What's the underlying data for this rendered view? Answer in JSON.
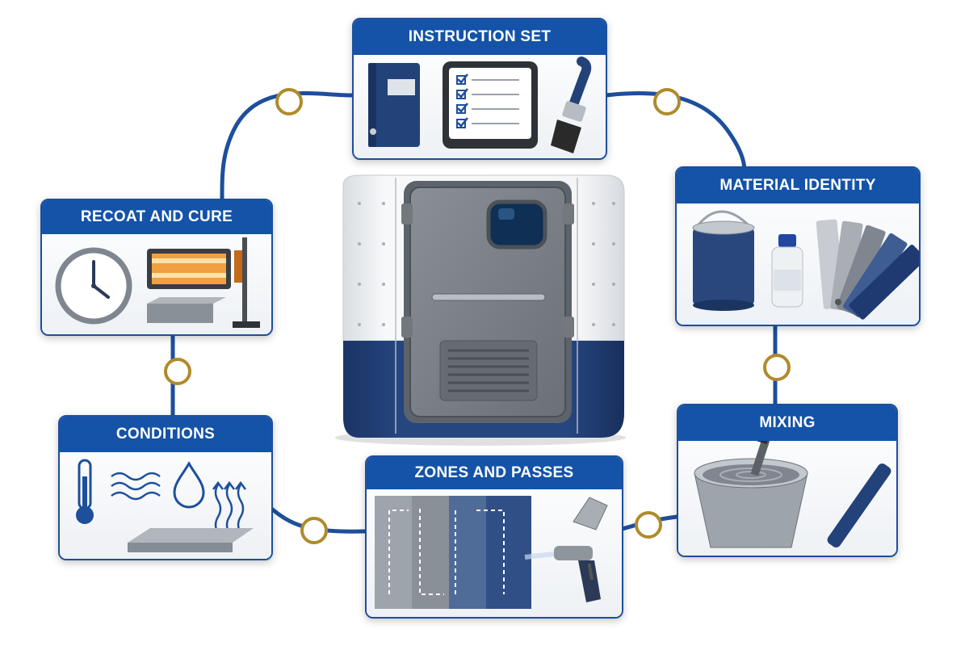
{
  "center": {
    "subject": "shelter-panel-with-access-door"
  },
  "colors": {
    "brand_blue": "#1453a7",
    "connector_gold": "#b08a2c",
    "line_blue": "#1d4f9c"
  },
  "stations": [
    {
      "id": "instruction-set",
      "label": "INSTRUCTION SET",
      "icons": [
        "binder-icon",
        "checklist-tablet-icon",
        "paintbrush-icon"
      ]
    },
    {
      "id": "material-identity",
      "label": "MATERIAL IDENTITY",
      "icons": [
        "paint-can-icon",
        "sample-bottle-icon",
        "color-swatch-fan-icon"
      ]
    },
    {
      "id": "mixing",
      "label": "MIXING",
      "icons": [
        "mixing-bucket-icon",
        "stir-stick-icon"
      ]
    },
    {
      "id": "zones-and-passes",
      "label": "ZONES AND PASSES",
      "icons": [
        "spray-zone-panel-icon",
        "spray-gun-icon"
      ]
    },
    {
      "id": "conditions",
      "label": "CONDITIONS",
      "icons": [
        "thermometer-icon",
        "airflow-icon",
        "water-drop-icon",
        "evaporation-arrows-icon",
        "metal-plate-icon"
      ]
    },
    {
      "id": "recoat-and-cure",
      "label": "RECOAT AND CURE",
      "icons": [
        "clock-icon",
        "infrared-heater-icon",
        "metal-plate-icon"
      ]
    }
  ]
}
